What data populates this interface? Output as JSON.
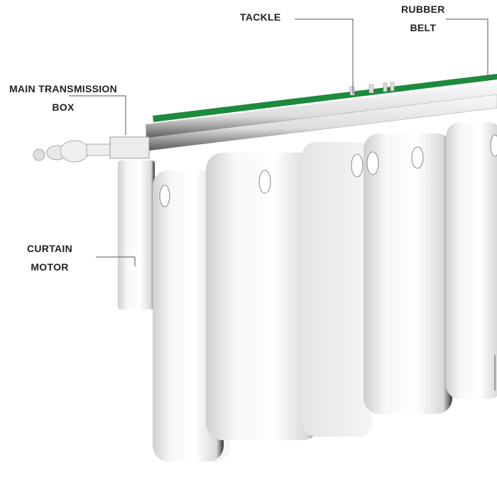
{
  "labels": {
    "tackle": "TACKLE",
    "rubber_belt": [
      "RUBBER",
      "BELT"
    ],
    "main_transmission_box": [
      "MAIN TRANSMISSION",
      "BOX"
    ],
    "curtain_motor": [
      "CURTAIN",
      "MOTOR"
    ]
  },
  "colors": {
    "belt": "#1e8a3e",
    "rod": "#e6e6e6",
    "curtain": "#f2f2f2",
    "leader_line": "#555555"
  }
}
